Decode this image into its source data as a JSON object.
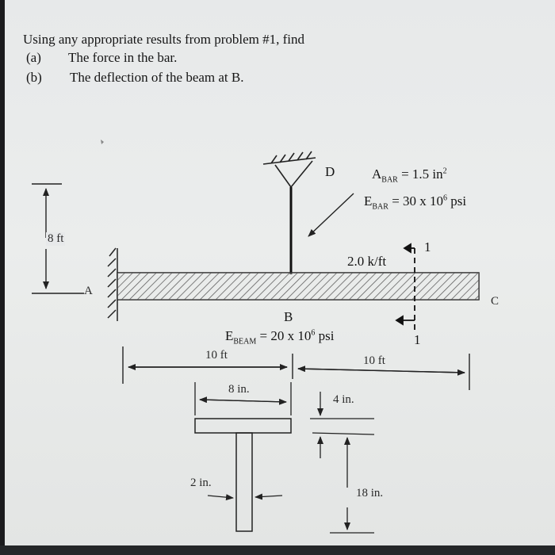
{
  "problem": {
    "intro": "Using any appropriate results from problem #1, find",
    "parts": [
      {
        "label": "(a)",
        "text": "The force in the bar."
      },
      {
        "label": "(b)",
        "text": "The deflection of the beam at B."
      }
    ]
  },
  "diagram": {
    "support_d": "D",
    "point_a": "A",
    "point_b": "B",
    "point_c": "C",
    "bar_area_prefix": "A",
    "bar_area_sub": "BAR",
    "bar_area_value": "= 1.5 in",
    "bar_area_exp": "2",
    "bar_modulus_prefix": "E",
    "bar_modulus_sub": "BAR",
    "bar_modulus_value": "= 30 x 10",
    "bar_modulus_exp": "6",
    "bar_modulus_unit": " psi",
    "bar_length": "8 ft",
    "distributed_load": "2.0 k/ft",
    "section_mark_top": "1",
    "section_mark_bottom": "1",
    "beam_modulus_prefix": "E",
    "beam_modulus_sub": "BEAM",
    "beam_modulus_value": "= 20 x 10",
    "beam_modulus_exp": "6",
    "beam_modulus_unit": " psi",
    "span_left": "10 ft",
    "span_right": "10 ft"
  },
  "section": {
    "flange_width": "8 in.",
    "flange_thickness": "4 in.",
    "web_thickness": "2 in.",
    "web_depth": "18 in."
  }
}
